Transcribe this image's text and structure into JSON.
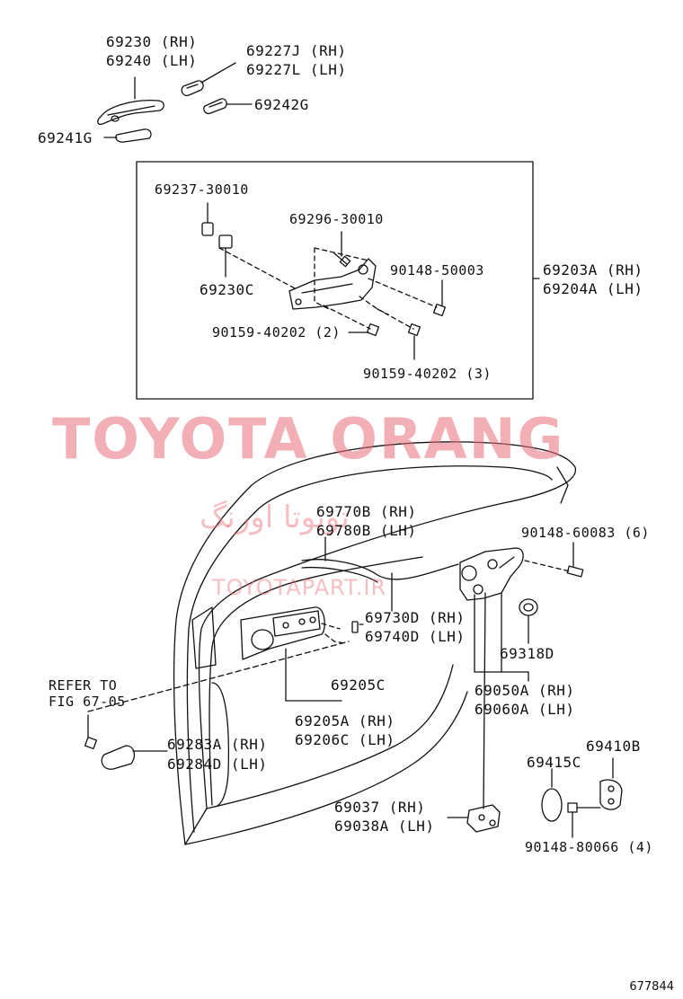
{
  "watermark": {
    "title": "TOYOTA ORANG",
    "persian": "تویوتا اورنگ",
    "url": "TOYOTAPART.IR"
  },
  "figure_number": "677844",
  "labels": {
    "p69230": "69230 (RH)",
    "p69240": "69240 (LH)",
    "p69227j": "69227J (RH)",
    "p69227l": "69227L (LH)",
    "p69242g": "69242G",
    "p69241g": "69241G",
    "p69237": "69237-30010",
    "p69296": "69296-30010",
    "p90148_50003": "90148-50003",
    "p69230c": "69230C",
    "p69203a": "69203A (RH)",
    "p69204a": "69204A (LH)",
    "p90159_2": "90159-40202 (2)",
    "p90159_3": "90159-40202 (3)",
    "p69770b": "69770B (RH)",
    "p69780b": "69780B (LH)",
    "p90148_60083": "90148-60083 (6)",
    "p69730d": "69730D (RH)",
    "p69740d": "69740D (LH)",
    "p69318d": "69318D",
    "refer_to": "REFER TO",
    "fig_ref": "FIG 67-05",
    "p69205c": "69205C",
    "p69205a": "69205A (RH)",
    "p69206c": "69206C (LH)",
    "p69050a": "69050A (RH)",
    "p69060a": "69060A (LH)",
    "p69283a": "69283A (RH)",
    "p69284d": "69284D (LH)",
    "p69410b": "69410B",
    "p69415c": "69415C",
    "p69037": "69037 (RH)",
    "p69038a": "69038A (LH)",
    "p90148_80066": "90148-80066 (4)"
  }
}
